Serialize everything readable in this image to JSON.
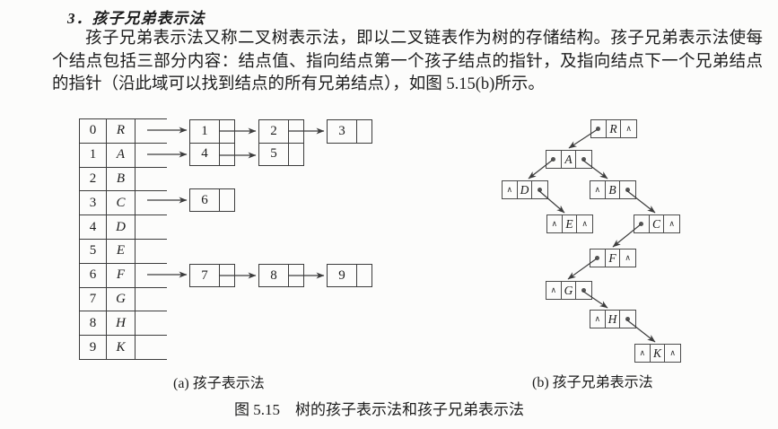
{
  "page": {
    "section_title": "3．孩子兄弟表示法",
    "paragraph": "孩子兄弟表示法又称二叉树表示法，即以二叉链表作为树的存储结构。孩子兄弟表示法使每个结点包括三部分内容：结点值、指向结点第一个孩子结点的指针，及指向结点下一个兄弟结点的指针（沿此域可以找到结点的所有兄弟结点），如图 5.15(b)所示。",
    "caption_a": "(a) 孩子表示法",
    "caption_b": "(b) 孩子兄弟表示法",
    "figure_caption": "图 5.15　树的孩子表示法和孩子兄弟表示法"
  },
  "colors": {
    "line": "#3c3c3c",
    "text": "#1c1c1c",
    "background": "#fcfcfb"
  },
  "child_table": {
    "rows": [
      {
        "index": "0",
        "value": "R"
      },
      {
        "index": "1",
        "value": "A"
      },
      {
        "index": "2",
        "value": "B"
      },
      {
        "index": "3",
        "value": "C"
      },
      {
        "index": "4",
        "value": "D"
      },
      {
        "index": "5",
        "value": "E"
      },
      {
        "index": "6",
        "value": "F"
      },
      {
        "index": "7",
        "value": "G"
      },
      {
        "index": "8",
        "value": "H"
      },
      {
        "index": "9",
        "value": "K"
      }
    ],
    "lists": [
      {
        "owner_index": "0",
        "values": [
          "1",
          "2",
          "3"
        ]
      },
      {
        "owner_index": "1",
        "values": [
          "4",
          "5"
        ]
      },
      {
        "owner_index": "3",
        "values": [
          "6"
        ]
      },
      {
        "owner_index": "6",
        "values": [
          "7",
          "8",
          "9"
        ]
      }
    ]
  },
  "sibling_tree": {
    "null_symbol": "∧",
    "nodes": [
      {
        "value": "R",
        "left": "child",
        "right": "null"
      },
      {
        "value": "A",
        "left": "child",
        "right": "sibling"
      },
      {
        "value": "D",
        "left": "null",
        "right": "sibling"
      },
      {
        "value": "B",
        "left": "null",
        "right": "sibling"
      },
      {
        "value": "E",
        "left": "null",
        "right": "null"
      },
      {
        "value": "C",
        "left": "child",
        "right": "null"
      },
      {
        "value": "F",
        "left": "child",
        "right": "null"
      },
      {
        "value": "G",
        "left": "null",
        "right": "sibling"
      },
      {
        "value": "H",
        "left": "null",
        "right": "sibling"
      },
      {
        "value": "K",
        "left": "null",
        "right": "null"
      }
    ]
  }
}
